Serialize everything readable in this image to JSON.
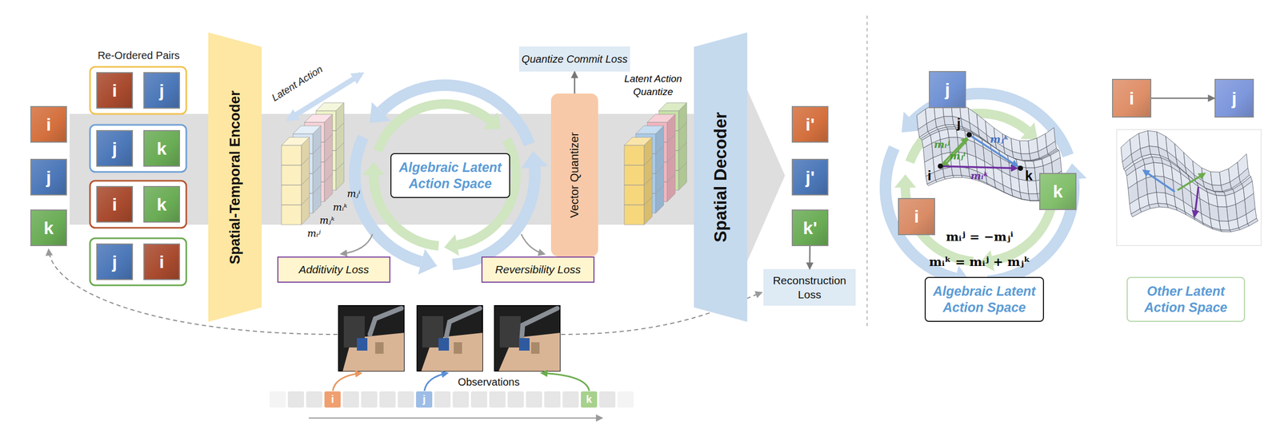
{
  "diagram": {
    "nodes": [
      {
        "text": [
          "i"
        ]
      },
      {
        "text": [
          "j"
        ]
      },
      {
        "text": [
          "k"
        ]
      },
      {
        "text": [
          "i"
        ]
      },
      {
        "text": [
          "j"
        ]
      },
      {
        "text": [
          "j"
        ]
      },
      {
        "text": [
          "k"
        ]
      },
      {
        "text": [
          "i"
        ]
      },
      {
        "text": [
          "k"
        ]
      },
      {
        "text": [
          "j"
        ]
      },
      {
        "text": [
          "i"
        ]
      },
      {
        "text": [
          "Spatial-Temporal Encoder"
        ]
      },
      {
        "text": [
          "Algebraic Latent Action Space"
        ]
      },
      {
        "text": [
          "Additivity Loss"
        ]
      },
      {
        "text": [
          "Reversibility Loss"
        ]
      },
      {
        "text": [
          "Quantize Commit Loss"
        ]
      },
      {
        "text": [
          "Vector Quantizer"
        ]
      },
      {
        "text": [
          "Spatial Decoder"
        ]
      },
      {
        "text": [
          "i'"
        ]
      },
      {
        "text": [
          "j'"
        ]
      },
      {
        "text": [
          "k'"
        ]
      },
      {
        "text": [
          "Reconstruction Loss"
        ]
      },
      {
        "text": [
          "i"
        ]
      },
      {
        "text": [
          "j"
        ]
      },
      {
        "text": [
          "k"
        ]
      },
      {
        "text": [
          "j"
        ]
      },
      {
        "text": [
          "i"
        ]
      },
      {
        "text": [
          "k"
        ]
      },
      {
        "text": [
          "Algebraic Latent Action Space"
        ]
      },
      {
        "text": [
          "i"
        ]
      },
      {
        "text": [
          "j"
        ]
      },
      {
        "text": [
          "Other Latent Action Space"
        ]
      }
    ],
    "edges": [
      {
        "from": 16,
        "to": 15,
        "arrow": "to"
      },
      {
        "from": 20,
        "to": 21,
        "arrow": "to"
      },
      {
        "from": 29,
        "to": 30,
        "arrow": "to"
      }
    ],
    "labels": [
      "Re-Ordered Pairs",
      "Latent Action",
      "mᵢʲ",
      "mⱼᵏ",
      "mᵢᵏ",
      "mⱼⁱ",
      "Latent Action Quantize",
      "Observations",
      "j",
      "i",
      "k",
      "mᵢʲ",
      "mⱼⁱ",
      "mⱼᵏ",
      "mᵢᵏ",
      "mᵢʲ = −mⱼⁱ",
      "mᵢᵏ = mᵢʲ + mⱼᵏ"
    ]
  }
}
